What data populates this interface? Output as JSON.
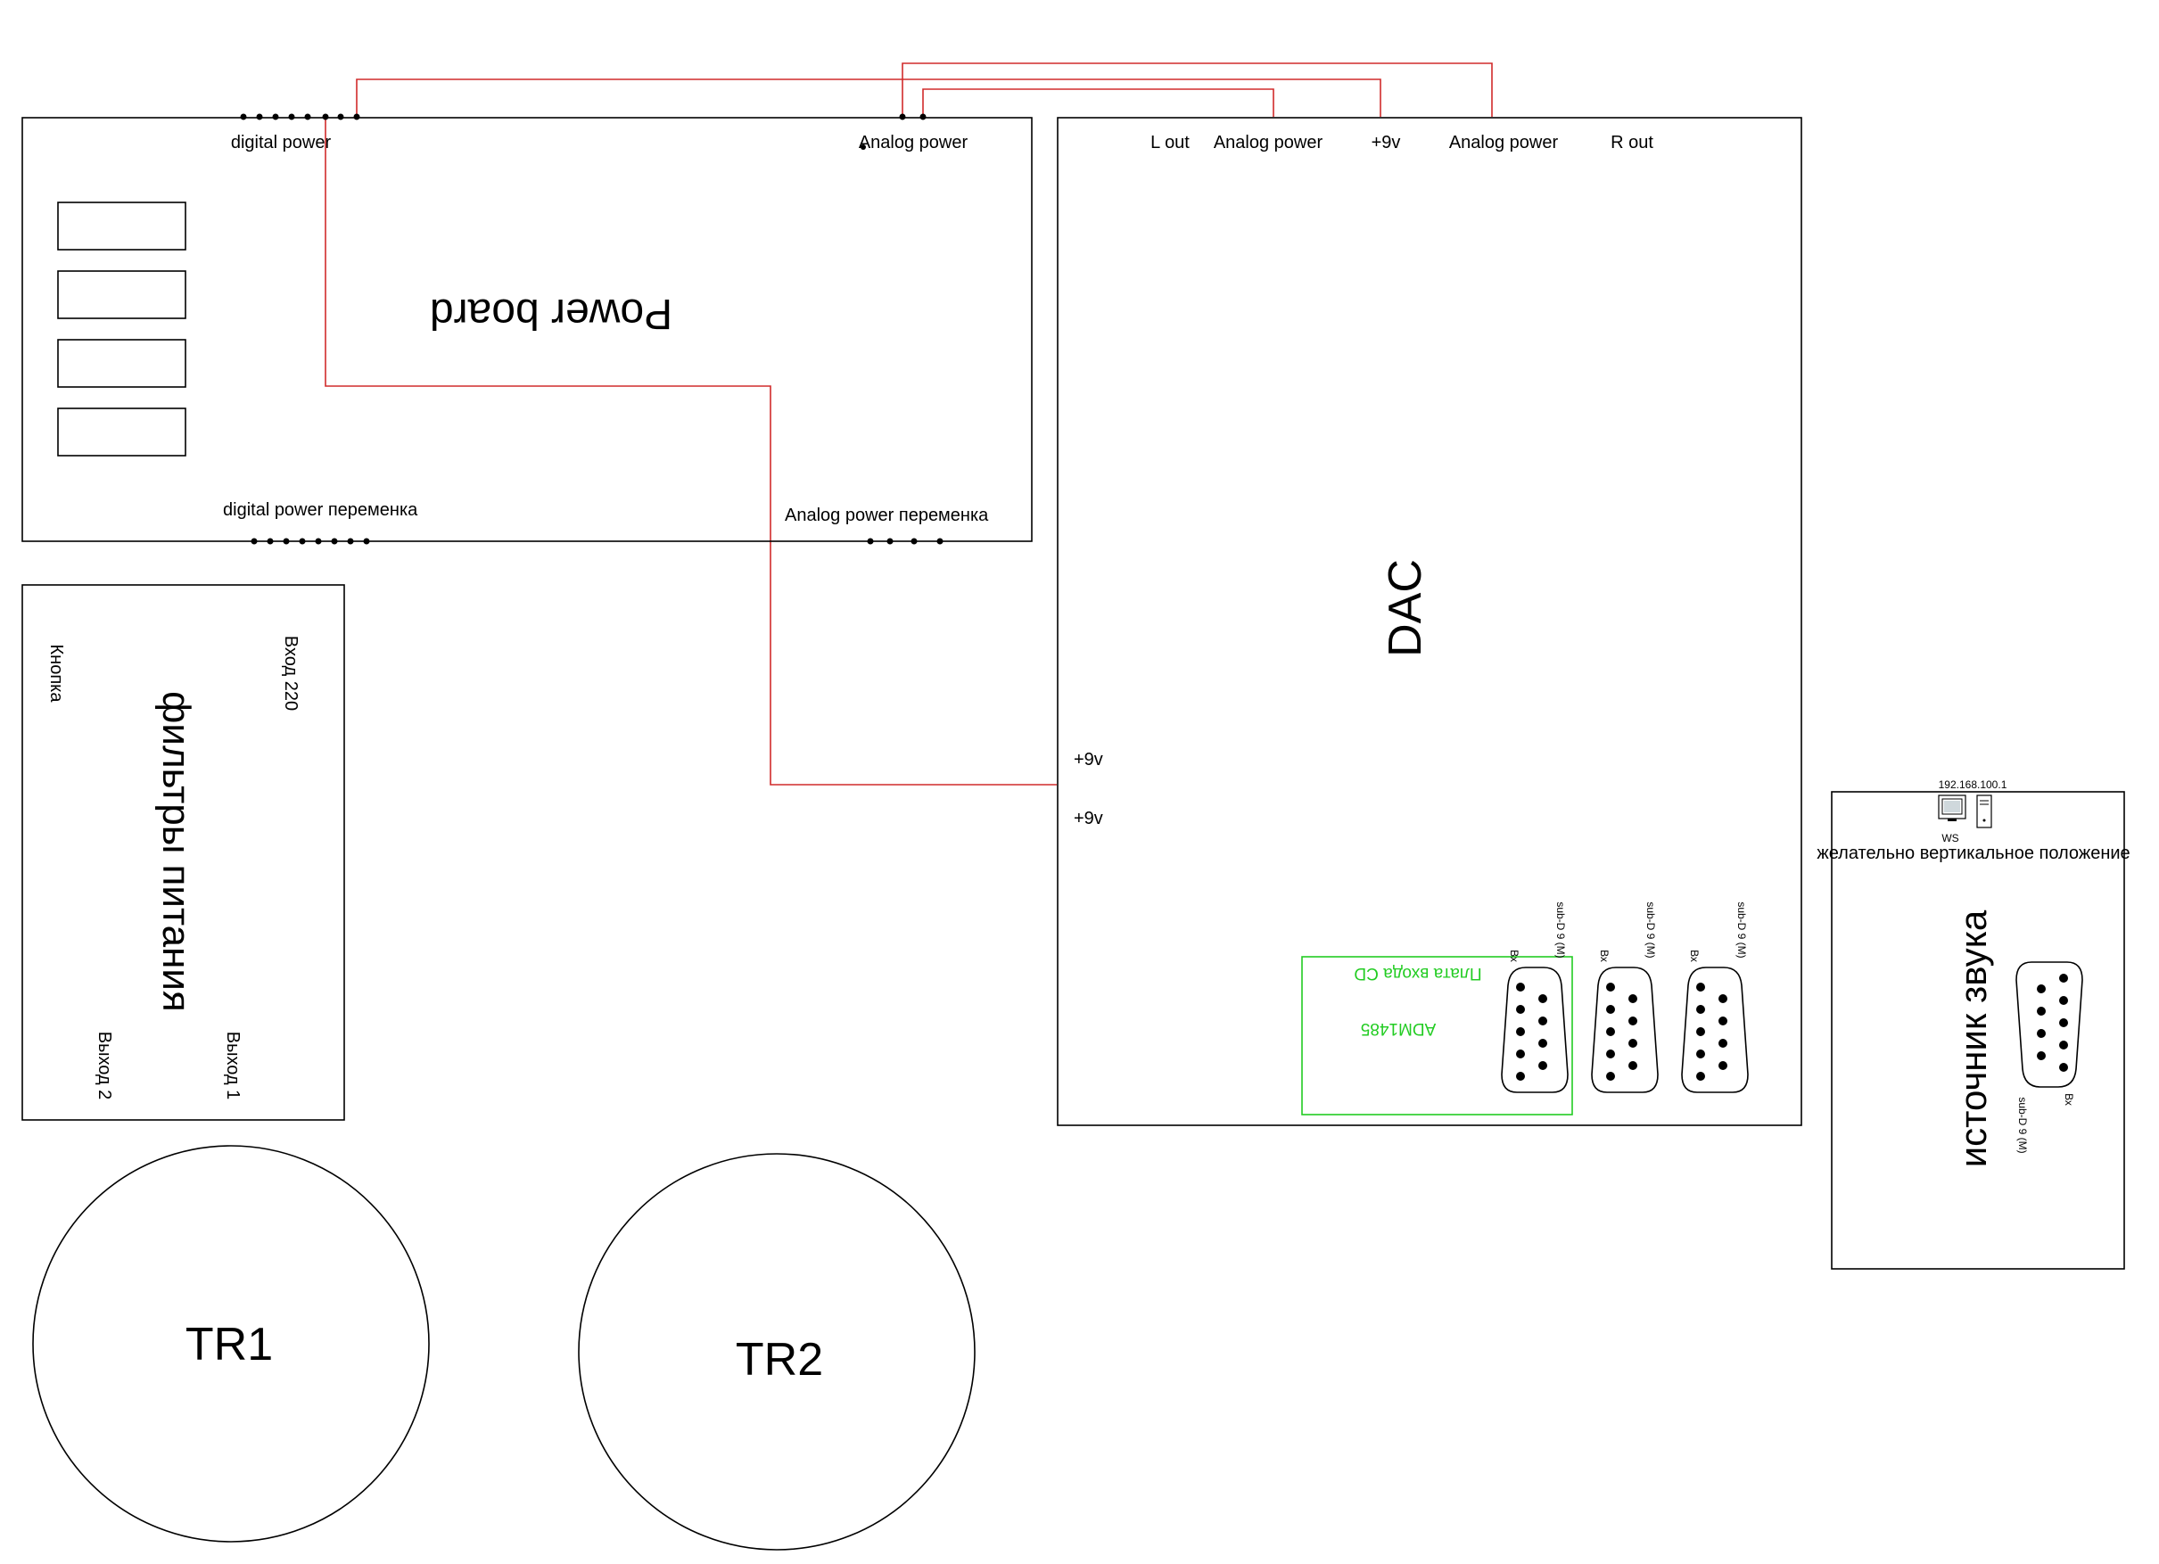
{
  "power_board": {
    "title": "Power board",
    "digital_power": "digital power",
    "analog_power": "Analog power",
    "digital_ac": "digital  power переменка",
    "analog_ac": "Analog power переменка"
  },
  "filters": {
    "title": "фильтры питания",
    "button": "Кнопка",
    "input": "Вход 220",
    "output1": "Выход 1",
    "output2": "Выход 2"
  },
  "dac": {
    "title": "DAC",
    "l_out": "L out",
    "analog_power_1": "Analog power",
    "plus9v_top": "+9v",
    "analog_power_2": "Analog power",
    "r_out": "R out",
    "plus9v_a": "+9v",
    "plus9v_b": "+9v",
    "cd_board": "Плата входа CD",
    "chip": "ADM1485",
    "connector_type": "sub-D 9 (M)",
    "connector_side": "Вх"
  },
  "source": {
    "title": "источник звука",
    "ip": "192.168.100.1",
    "ws": "WS",
    "note": "желательно вертикальное положение",
    "connector_type": "sub-D 9 (M)",
    "connector_side": "Вх"
  },
  "transformers": {
    "tr1": "TR1",
    "tr2": "TR2"
  },
  "colors": {
    "wire": "#d12b2b",
    "green": "#22cc22",
    "line": "#000000"
  },
  "icons": [
    "workstation-icon",
    "db9-connector-icon"
  ]
}
